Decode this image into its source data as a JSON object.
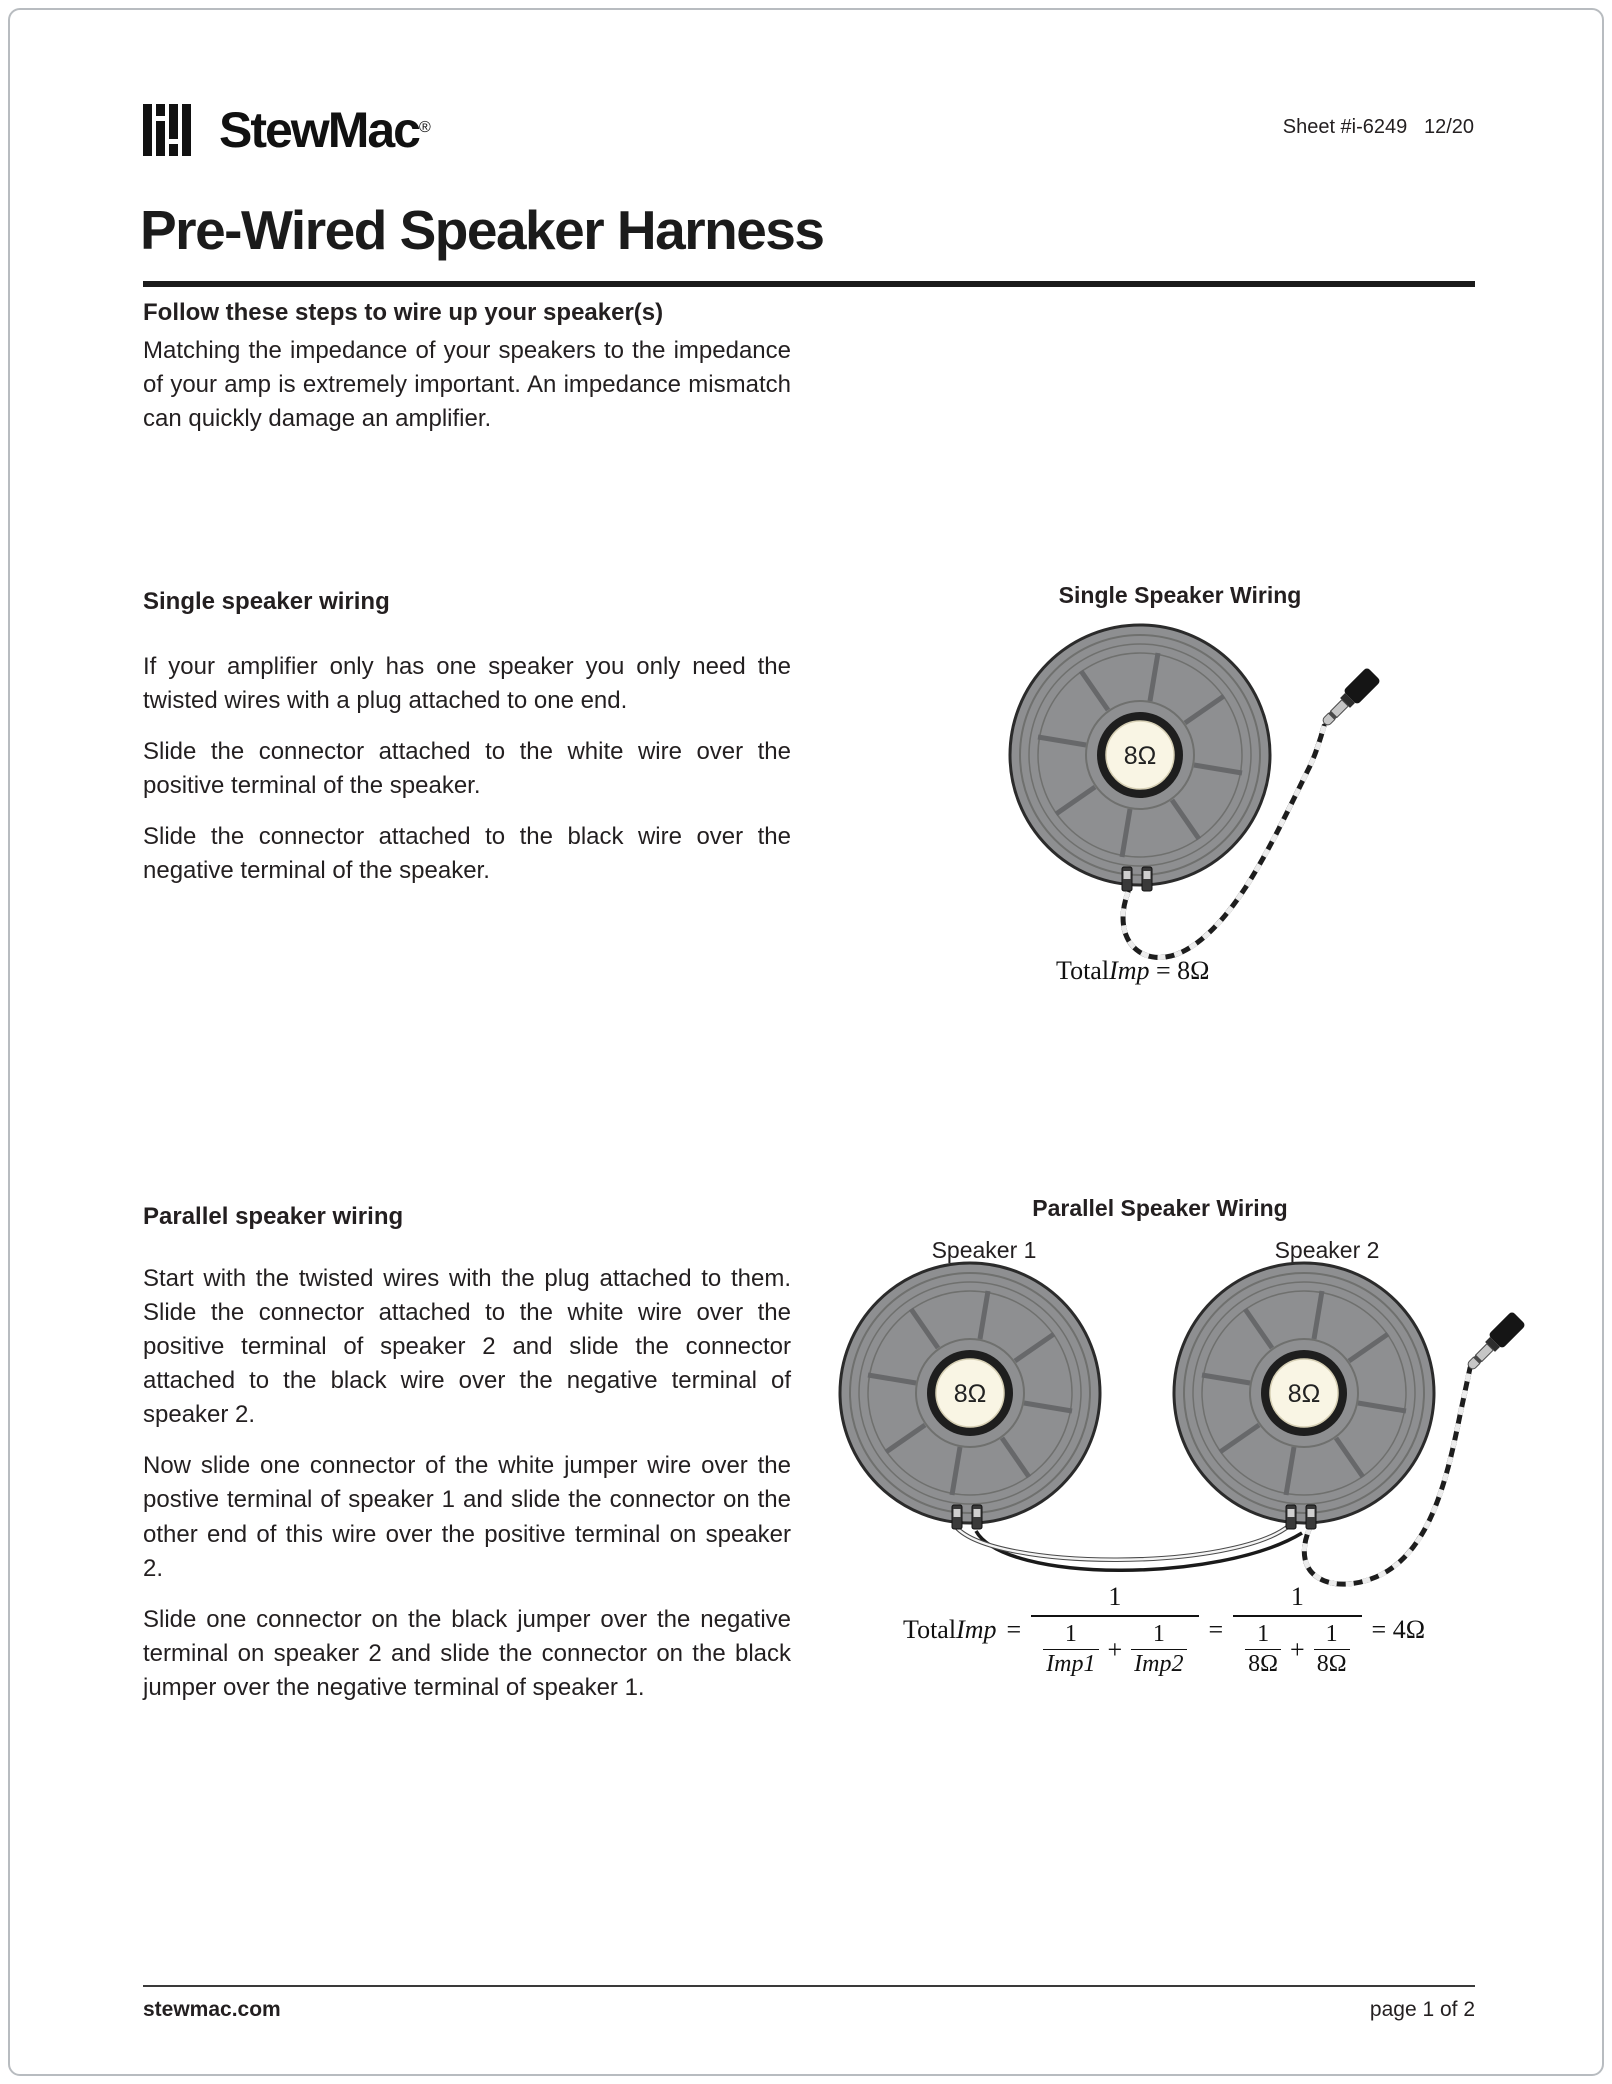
{
  "logo": {
    "name": "StewMac",
    "registered": "®"
  },
  "header": {
    "sheet_info": "Sheet #i-6249   12/20"
  },
  "title": "Pre-Wired Speaker Harness",
  "intro": {
    "heading": "Follow these steps to wire up your speaker(s)",
    "body": "Matching the impedance of your speakers to the impedance of your amp is extremely important. An impedance mismatch can quickly damage an amplifier."
  },
  "single": {
    "heading": "Single speaker wiring",
    "paragraphs": [
      "If your amplifier only has one speaker you only need the twisted wires with a plug attached to one end.",
      "Slide the connector attached to the white wire over the positive terminal of the speaker.",
      "Slide the connector attached to the black wire over the negative terminal of the speaker."
    ],
    "diagram_title": "Single Speaker Wiring",
    "impedance": "8Ω",
    "total": {
      "prefix": "Total",
      "imp": "Imp",
      "value": "= 8Ω"
    }
  },
  "parallel": {
    "heading": "Parallel speaker wiring",
    "paragraphs": [
      "Start with the twisted wires with the plug attached to them. Slide the connector attached to the white wire over the positive terminal of speaker 2 and slide the connector attached to the black wire over the negative terminal of speaker 2.",
      "Now slide one connector of the white jumper wire over the postive terminal of speaker 1 and slide the connector on the other end of this wire over the positive terminal on speaker 2.",
      "Slide one connector on the black jumper over the negative terminal on speaker 2 and slide the connector on the black jumper over the negative terminal of speaker 1."
    ],
    "diagram_title": "Parallel Speaker Wiring",
    "speaker1_label": "Speaker 1",
    "speaker2_label": "Speaker 2",
    "impedance": "8Ω",
    "formula": {
      "total": "Total",
      "imp": "Imp",
      "eq": "=",
      "one": "1",
      "plus": "+",
      "imp1": "Imp1",
      "imp2": "Imp2",
      "ohm": "8Ω",
      "result": "= 4Ω"
    }
  },
  "footer": {
    "left": "stewmac.com",
    "right": "page 1 of 2"
  }
}
